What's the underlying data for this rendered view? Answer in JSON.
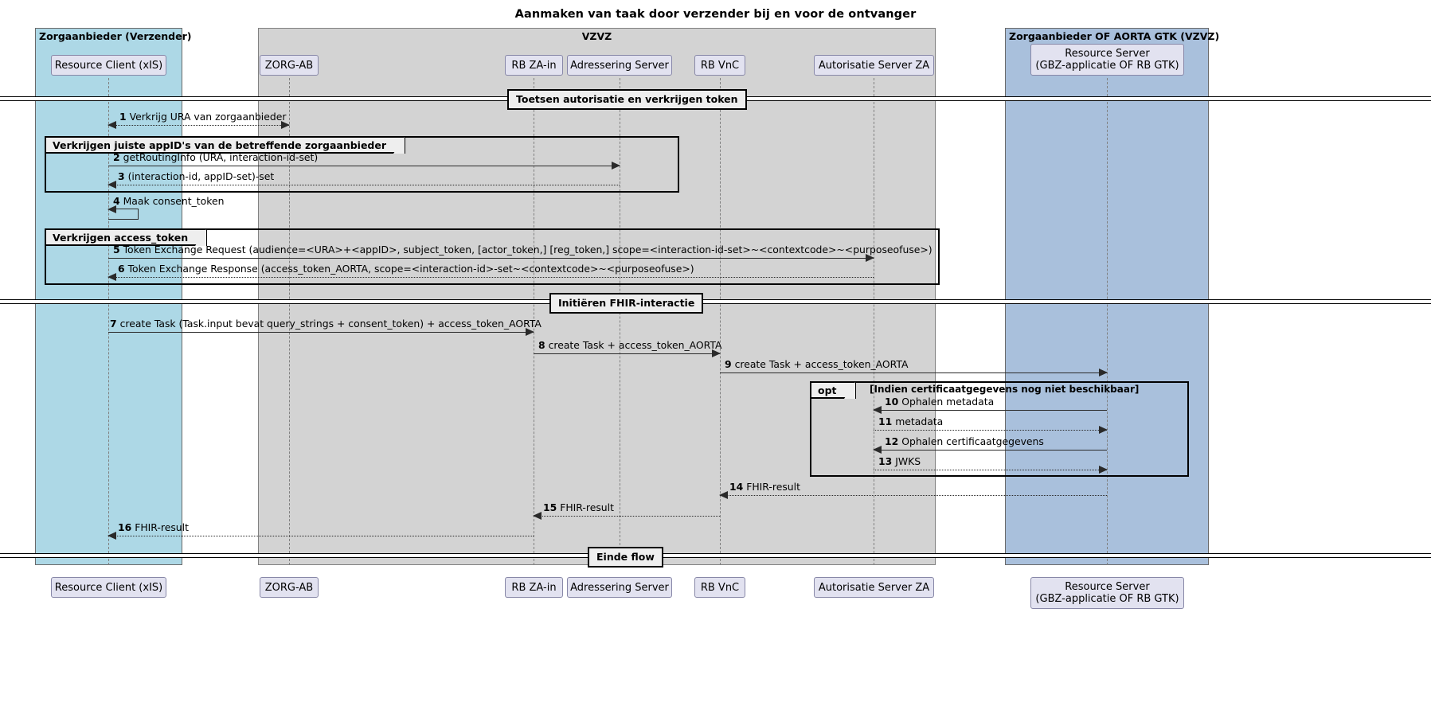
{
  "title": "Aanmaken van taak door verzender bij en voor de ontvanger",
  "participant_boxes": [
    {
      "id": "box-verzender",
      "label": "Zorgaanbieder (Verzender)",
      "color": "#ADD8E6"
    },
    {
      "id": "box-vzvz",
      "label": "VZVZ",
      "color": "#D3D3D3"
    },
    {
      "id": "box-ontvanger",
      "label": "Zorgaanbieder OF AORTA GTK (VZVZ)",
      "color": "#A9C0DC"
    }
  ],
  "participants": [
    {
      "id": "rc",
      "name": "Resource Client (xIS)"
    },
    {
      "id": "zorgab",
      "name": "ZORG-AB"
    },
    {
      "id": "rbzain",
      "name": "RB ZA-in"
    },
    {
      "id": "adres",
      "name": "Adressering Server"
    },
    {
      "id": "rbvnc",
      "name": "RB VnC"
    },
    {
      "id": "asza",
      "name": "Autorisatie Server ZA"
    },
    {
      "id": "rs",
      "name": "Resource Server\n(GBZ-applicatie OF RB GTK)"
    }
  ],
  "separators": [
    {
      "id": "sep-1",
      "label": "Toetsen autorisatie en verkrijgen token"
    },
    {
      "id": "sep-2",
      "label": "Initiëren FHIR-interactie"
    },
    {
      "id": "sep-3",
      "label": "Einde flow"
    }
  ],
  "groups": [
    {
      "id": "group-appid",
      "tab": "",
      "title": "Verkrijgen juiste appID's van de betreffende zorgaanbieder",
      "condition": ""
    },
    {
      "id": "group-token",
      "tab": "",
      "title": "Verkrijgen access_token",
      "condition": ""
    },
    {
      "id": "group-opt",
      "tab": "opt",
      "title": "",
      "condition": "[Indien certificaatgegevens nog niet beschikbaar]"
    }
  ],
  "messages": [
    {
      "num": "1",
      "text": "Verkrijg URA van zorgaanbieder",
      "from": "rc",
      "to": "zorgab",
      "style": "dotted",
      "dir": "both"
    },
    {
      "num": "2",
      "text": "getRoutingInfo (URA, interaction-id-set)",
      "from": "rc",
      "to": "adres",
      "style": "solid",
      "dir": "right"
    },
    {
      "num": "3",
      "text": "(interaction-id, appID-set)-set",
      "from": "adres",
      "to": "rc",
      "style": "dotted",
      "dir": "left"
    },
    {
      "num": "4",
      "text": "Maak consent_token",
      "from": "rc",
      "to": "rc",
      "style": "solid",
      "dir": "self"
    },
    {
      "num": "5",
      "text": "Token Exchange Request (audience=<URA>+<appID>, subject_token, [actor_token,] [reg_token,] scope=<interaction-id-set>~<contextcode>~<purposeofuse>)",
      "from": "rc",
      "to": "asza",
      "style": "solid",
      "dir": "right"
    },
    {
      "num": "6",
      "text": "Token Exchange Response (access_token_AORTA, scope=<interaction-id>-set~<contextcode>~<purposeofuse>)",
      "from": "asza",
      "to": "rc",
      "style": "dotted",
      "dir": "left"
    },
    {
      "num": "7",
      "text": "create Task (Task.input bevat query_strings + consent_token) + access_token_AORTA",
      "from": "rc",
      "to": "rbzain",
      "style": "solid",
      "dir": "right"
    },
    {
      "num": "8",
      "text": "create Task + access_token_AORTA",
      "from": "rbzain",
      "to": "rbvnc",
      "style": "solid",
      "dir": "right"
    },
    {
      "num": "9",
      "text": "create Task + access_token_AORTA",
      "from": "rbvnc",
      "to": "rs",
      "style": "solid",
      "dir": "right"
    },
    {
      "num": "10",
      "text": "Ophalen metadata",
      "from": "rs",
      "to": "asza",
      "style": "solid",
      "dir": "left"
    },
    {
      "num": "11",
      "text": "metadata",
      "from": "asza",
      "to": "rs",
      "style": "dotted",
      "dir": "right"
    },
    {
      "num": "12",
      "text": "Ophalen certificaatgegevens",
      "from": "rs",
      "to": "asza",
      "style": "solid",
      "dir": "left"
    },
    {
      "num": "13",
      "text": "JWKS",
      "from": "asza",
      "to": "rs",
      "style": "dotted",
      "dir": "right"
    },
    {
      "num": "14",
      "text": "FHIR-result",
      "from": "rs",
      "to": "rbvnc",
      "style": "dotted",
      "dir": "left"
    },
    {
      "num": "15",
      "text": "FHIR-result",
      "from": "rbvnc",
      "to": "rbzain",
      "style": "dotted",
      "dir": "left"
    },
    {
      "num": "16",
      "text": "FHIR-result",
      "from": "rbzain",
      "to": "rc",
      "style": "dotted",
      "dir": "left"
    }
  ]
}
